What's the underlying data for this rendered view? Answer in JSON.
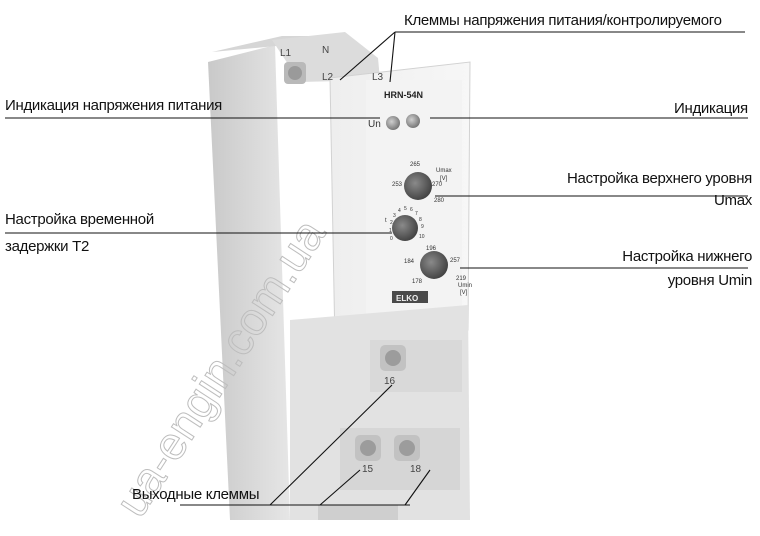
{
  "callouts": {
    "terminals_supply": "Клеммы напряжения питания/контролируемого",
    "supply_indication": "Индикация напряжения питания",
    "indication": "Индикация",
    "umax_line1": "Настройка верхнего уровня",
    "umax_line2": "Umax",
    "delay_line1": "Настройка временной",
    "delay_line2": "задержки T2",
    "umin_line1": "Настройка нижнего",
    "umin_line2": "уровня Umin",
    "output_terminals": "Выходные клеммы"
  },
  "device": {
    "model": "HRN-54N",
    "brand": "ELKO",
    "led_label": "Un",
    "terminals_top": [
      "L1",
      "N",
      "L2",
      "L3"
    ],
    "terminals_bottom": [
      "16",
      "15",
      "18"
    ],
    "umax_scale": [
      "265",
      "253",
      "270",
      "280",
      "Umax",
      "[V]"
    ],
    "delay_scale": [
      "0",
      "1",
      "2",
      "3",
      "4",
      "5",
      "6",
      "7",
      "8",
      "9",
      "10",
      "t"
    ],
    "umin_scale": [
      "196",
      "184",
      "257",
      "178",
      "219",
      "Umin",
      "[V]"
    ]
  },
  "watermark": "ua-engin.com.ua"
}
